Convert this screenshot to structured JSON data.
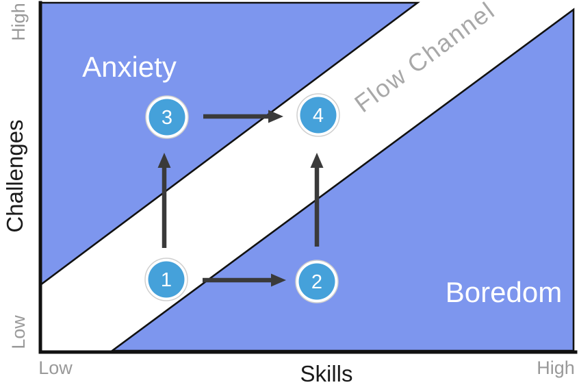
{
  "figure": {
    "regions": {
      "anxiety": {
        "label": "Anxiety"
      },
      "boredom": {
        "label": "Boredom"
      },
      "flow_channel": {
        "label": "Flow Channel"
      }
    },
    "axes": {
      "y_title": "Challenges",
      "x_title": "Skills",
      "y_high": "High",
      "y_low": "Low",
      "x_low": "Low",
      "x_high": "High"
    },
    "points": [
      {
        "label": "1"
      },
      {
        "label": "2"
      },
      {
        "label": "3"
      },
      {
        "label": "4"
      }
    ],
    "arrows": [
      {
        "from": "1",
        "to": "2"
      },
      {
        "from": "1",
        "to": "3"
      },
      {
        "from": "2",
        "to": "4"
      },
      {
        "from": "3",
        "to": "4"
      }
    ],
    "colors": {
      "region_fill": "#7d96ee",
      "point_fill": "#45a1da",
      "arrow": "#3a3a3a",
      "outline": "#111111",
      "tick_label": "#999999",
      "channel_label": "#a8a8a8",
      "region_label": "#ffffff"
    }
  }
}
